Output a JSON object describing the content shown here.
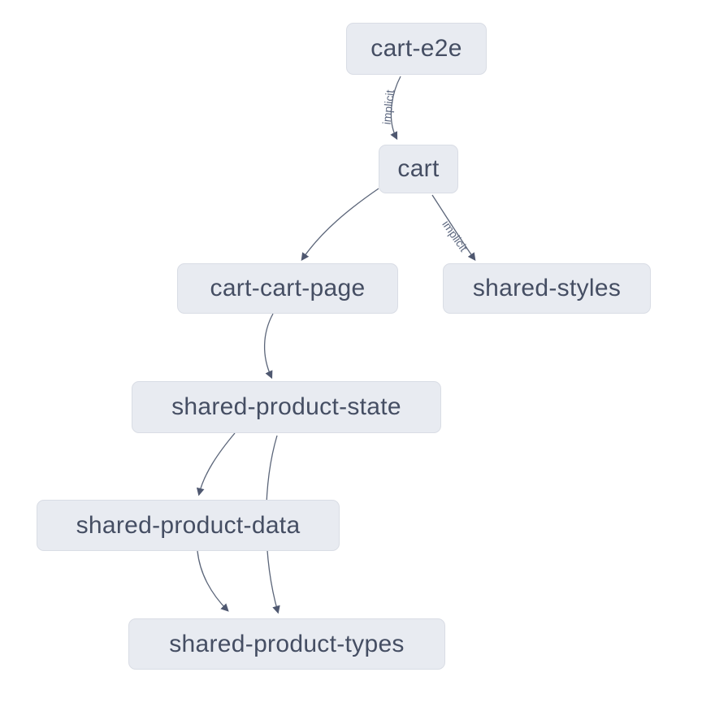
{
  "graph": {
    "type": "dependency-graph",
    "colors": {
      "background": "#ffffff",
      "node_fill": "#e8ebf1",
      "node_border": "#d9dde5",
      "node_text": "#454e63",
      "edge_stroke": "#5b6579",
      "edge_label_text": "#5d6880"
    },
    "nodes": [
      {
        "id": "cart-e2e",
        "label": "cart-e2e"
      },
      {
        "id": "cart",
        "label": "cart"
      },
      {
        "id": "cart-cart-page",
        "label": "cart-cart-page"
      },
      {
        "id": "shared-styles",
        "label": "shared-styles"
      },
      {
        "id": "shared-product-state",
        "label": "shared-product-state"
      },
      {
        "id": "shared-product-data",
        "label": "shared-product-data"
      },
      {
        "id": "shared-product-types",
        "label": "shared-product-types"
      }
    ],
    "edges": [
      {
        "from": "cart-e2e",
        "to": "cart",
        "label": "implicit"
      },
      {
        "from": "cart",
        "to": "cart-cart-page",
        "label": ""
      },
      {
        "from": "cart",
        "to": "shared-styles",
        "label": "implicit"
      },
      {
        "from": "cart-cart-page",
        "to": "shared-product-state",
        "label": ""
      },
      {
        "from": "shared-product-state",
        "to": "shared-product-data",
        "label": ""
      },
      {
        "from": "shared-product-state",
        "to": "shared-product-types",
        "label": ""
      },
      {
        "from": "shared-product-data",
        "to": "shared-product-types",
        "label": ""
      }
    ]
  }
}
